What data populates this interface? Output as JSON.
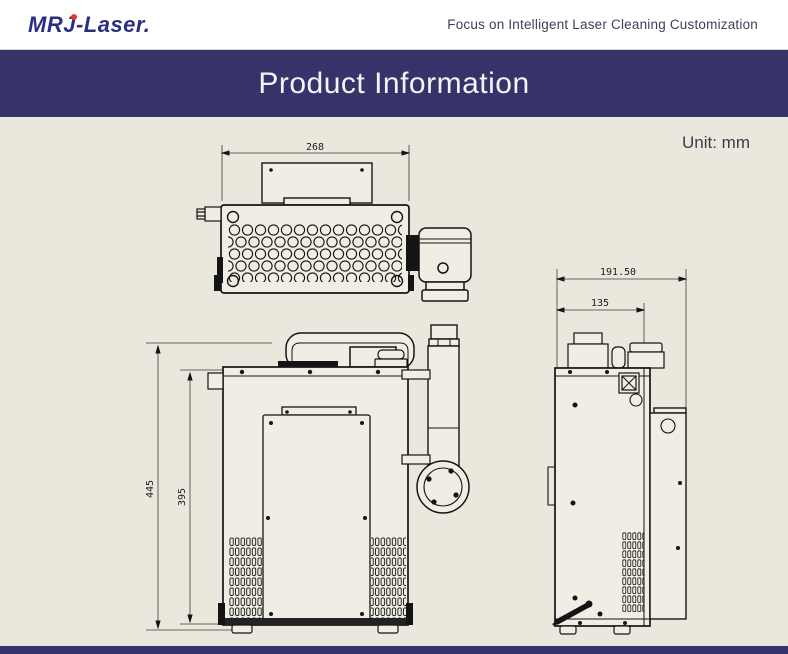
{
  "header": {
    "logo_text": "MRJ-Laser.",
    "tagline": "Focus on Intelligent Laser Cleaning Customization"
  },
  "banner": {
    "title": "Product Information"
  },
  "drawing": {
    "unit_label": "Unit: mm",
    "dimensions": {
      "top_width": "268",
      "front_height_outer": "445",
      "front_height_inner": "395",
      "side_depth_outer": "191.50",
      "side_depth_inner": "135"
    }
  },
  "colors": {
    "banner_bg": "#353369",
    "content_bg": "#eae8dc",
    "logo_navy": "#2a2f80",
    "logo_dot_red": "#e03a2a",
    "drawing_line": "#141414",
    "title_text": "#f4f4f6",
    "tagline_text": "#3e3e5c"
  }
}
